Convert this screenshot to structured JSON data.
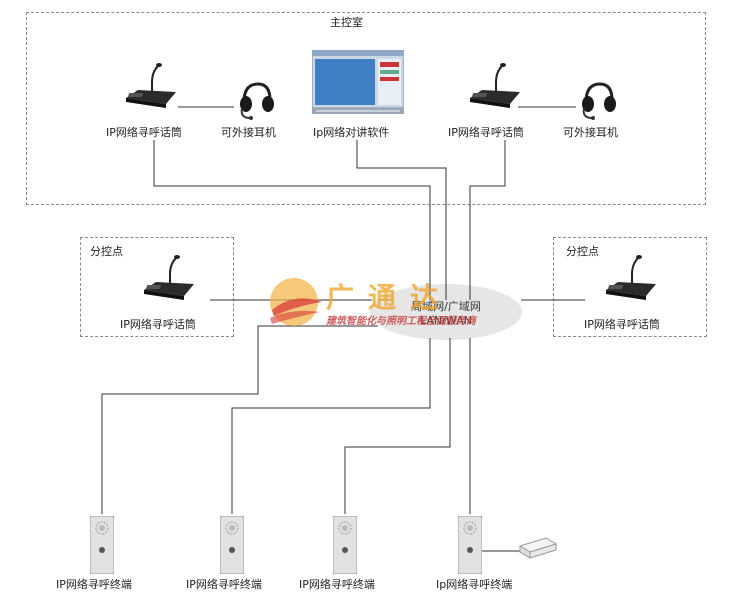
{
  "zones": {
    "main_room": "主控室",
    "sub_left": "分控点",
    "sub_right": "分控点"
  },
  "devices": {
    "mic_left": "IP网络寻呼话筒",
    "headset_left": "可外接耳机",
    "software": "Ip网络对讲软件",
    "mic_right": "IP网络寻呼话筒",
    "headset_right": "可外接耳机",
    "sub_left_mic": "IP网络寻呼话筒",
    "sub_right_mic": "IP网络寻呼话筒"
  },
  "network": {
    "line1": "局域网/广域网",
    "line2": "LAN/WAN"
  },
  "terminals": [
    {
      "label": "IP网络寻呼终端"
    },
    {
      "label": "IP网络寻呼终端"
    },
    {
      "label": "IP网络寻呼终端"
    },
    {
      "label": "Ip网络寻呼终端"
    }
  ],
  "watermark": {
    "brand": "广通达",
    "slogan": "建筑智能化与照明工程全面服务商"
  },
  "colors": {
    "line": "#333333",
    "cloud": "#e6e6e6",
    "zone_border": "#8a8a8a",
    "brand_orange": "#f0a020",
    "brand_red": "#c23a3a"
  }
}
